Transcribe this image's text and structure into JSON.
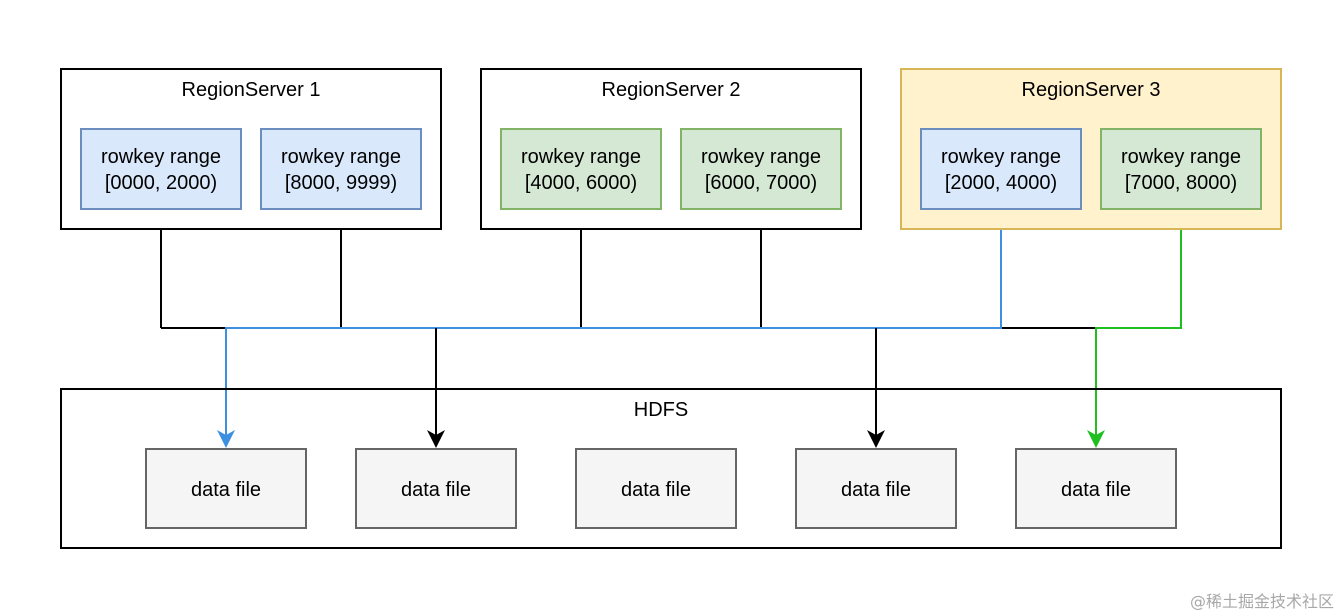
{
  "colors": {
    "line_default": "#000000",
    "line_blue": "#3d8fe0",
    "line_green": "#1fbf1f",
    "blue_fill": "#dae8fc",
    "blue_stroke": "#6c8ebf",
    "green_fill": "#d5e8d4",
    "green_stroke": "#82b366",
    "yellow_fill": "#fff2cc",
    "yellow_stroke": "#d6b656",
    "file_fill": "#f5f5f5",
    "file_stroke": "#666666"
  },
  "servers": [
    {
      "title": "RegionServer 1",
      "regions": [
        {
          "line1": "rowkey range",
          "line2": "[0000, 2000)"
        },
        {
          "line1": "rowkey range",
          "line2": "[8000, 9999)"
        }
      ]
    },
    {
      "title": "RegionServer 2",
      "regions": [
        {
          "line1": "rowkey range",
          "line2": "[4000, 6000)"
        },
        {
          "line1": "rowkey range",
          "line2": "[6000, 7000)"
        }
      ]
    },
    {
      "title": "RegionServer 3",
      "regions": [
        {
          "line1": "rowkey range",
          "line2": "[2000, 4000)"
        },
        {
          "line1": "rowkey range",
          "line2": "[7000, 8000)"
        }
      ]
    }
  ],
  "hdfs": {
    "title": "HDFS",
    "files": [
      "data file",
      "data file",
      "data file",
      "data file",
      "data file"
    ]
  },
  "watermark": "@稀土掘金技术社区"
}
